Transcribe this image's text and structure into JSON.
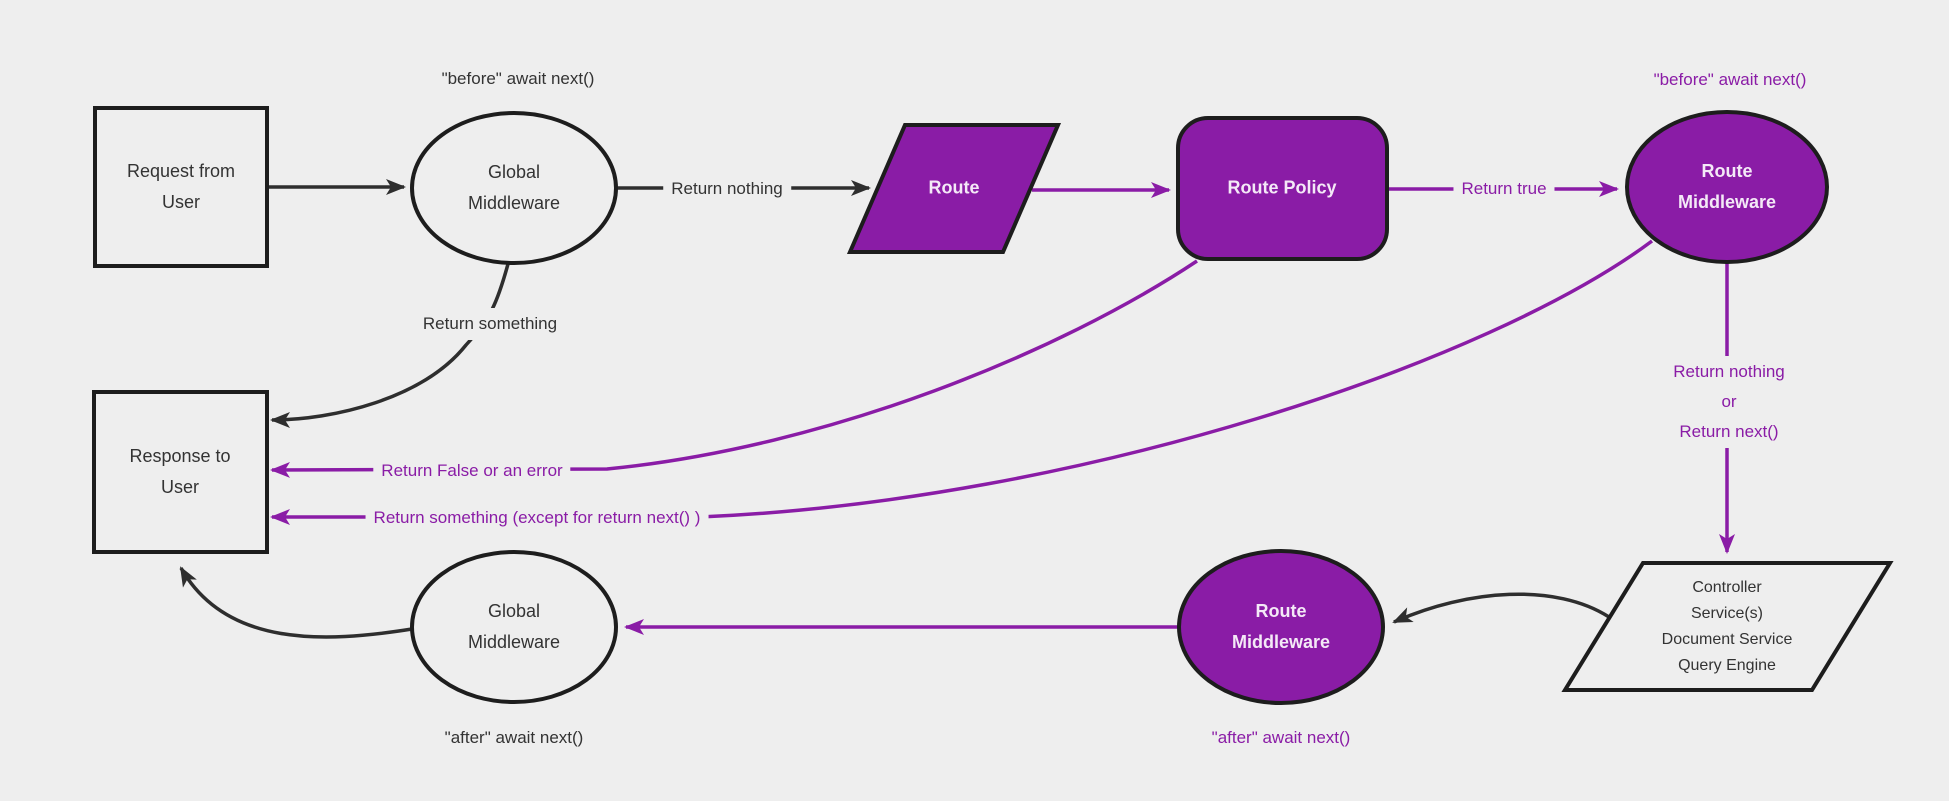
{
  "diagram": {
    "colors": {
      "background": "#eeeeee",
      "purple_fill": "#8a1ca6",
      "purple_line": "#8a1ca6",
      "dark_line": "#2e2e2e",
      "node_border": "#1d1d1d",
      "dark_text": "#333333",
      "light_node_text": "#f4e9f7"
    },
    "nodes": {
      "request": {
        "label": "Request from\nUser"
      },
      "global_middleware_top": {
        "label": "Global\nMiddleware"
      },
      "route": {
        "label": "Route"
      },
      "route_policy": {
        "label": "Route Policy"
      },
      "route_middleware_top": {
        "label": "Route\nMiddleware"
      },
      "controller": {
        "label": "Controller\nService(s)\nDocument Service\nQuery Engine"
      },
      "route_middleware_bottom": {
        "label": "Route\nMiddleware"
      },
      "global_middleware_bottom": {
        "label": "Global\nMiddleware"
      },
      "response": {
        "label": "Response to\nUser"
      }
    },
    "edge_labels": {
      "before_await_top": "\"before\" await next()",
      "before_await_right": "\"before\" await next()",
      "return_nothing": "Return nothing",
      "return_true": "Return true",
      "return_something": "Return something",
      "return_nothing_or_next": "Return nothing\nor\nReturn next()",
      "return_false_or_error": "Return False or an error",
      "return_something_except": "Return something (except for return next() )",
      "after_await_mid": "\"after\" await next()",
      "after_await_left": "\"after\" await next()"
    }
  }
}
